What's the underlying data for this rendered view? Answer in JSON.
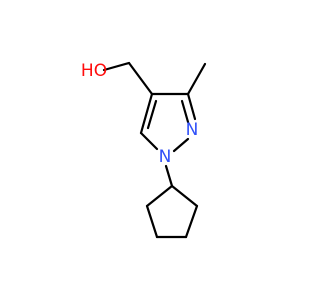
{
  "molecule": {
    "atoms": [
      {
        "id": "O1",
        "label": "HO",
        "color": "#ff0d0d"
      },
      {
        "id": "N2",
        "label": "N",
        "color": "#3050f8"
      },
      {
        "id": "N1",
        "label": "N",
        "color": "#3050f8"
      }
    ]
  },
  "colors": {
    "bond": "#000000",
    "oxygen": "#ff0d0d",
    "nitrogen": "#3050f8"
  }
}
